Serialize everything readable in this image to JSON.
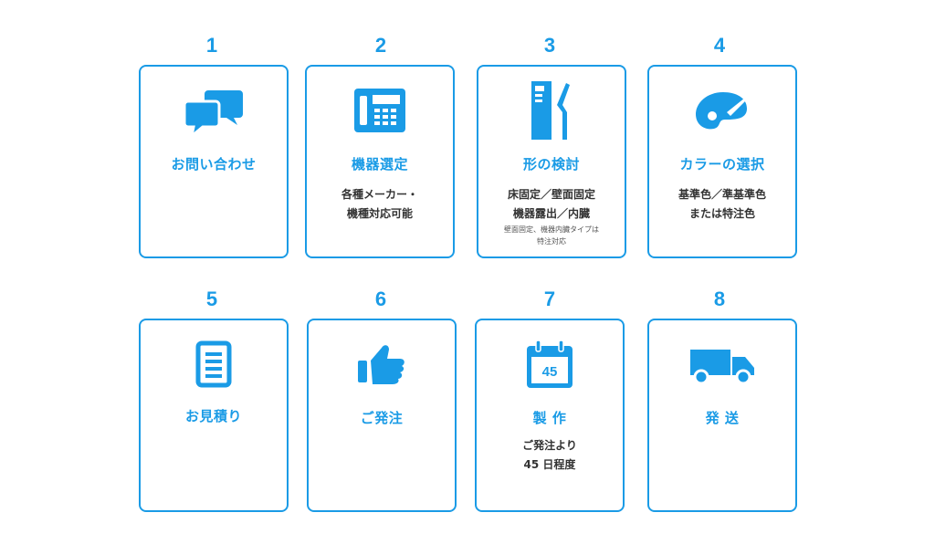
{
  "colors": {
    "accent": "#1a9be6",
    "text": "#333333",
    "border": "#1a9be6"
  },
  "steps": [
    {
      "num": "1",
      "icon": "chat-bubbles-icon",
      "title": "お問い合わせ",
      "desc": []
    },
    {
      "num": "2",
      "icon": "phone-device-icon",
      "title": "機器選定",
      "desc": [
        "各種メーカー・",
        "機種対応可能"
      ]
    },
    {
      "num": "3",
      "icon": "kiosk-stand-icon",
      "title": "形の検討",
      "desc": [
        "床固定／壁面固定",
        "機器露出／内臓"
      ],
      "note": [
        "壁面固定、機器内臓タイプは",
        "特注対応"
      ]
    },
    {
      "num": "4",
      "icon": "paint-palette-icon",
      "title": "カラーの選択",
      "desc": [
        "基準色／準基準色",
        "または特注色"
      ]
    },
    {
      "num": "5",
      "icon": "document-icon",
      "title": "お見積り",
      "desc": []
    },
    {
      "num": "6",
      "icon": "thumbs-up-icon",
      "title": "ご発注",
      "desc": []
    },
    {
      "num": "7",
      "icon": "calendar-icon",
      "calendar_day": "45",
      "title": "製 作",
      "desc": [
        "ご発注より",
        "45 日程度"
      ]
    },
    {
      "num": "8",
      "icon": "delivery-truck-icon",
      "title": "発 送",
      "desc": []
    }
  ]
}
